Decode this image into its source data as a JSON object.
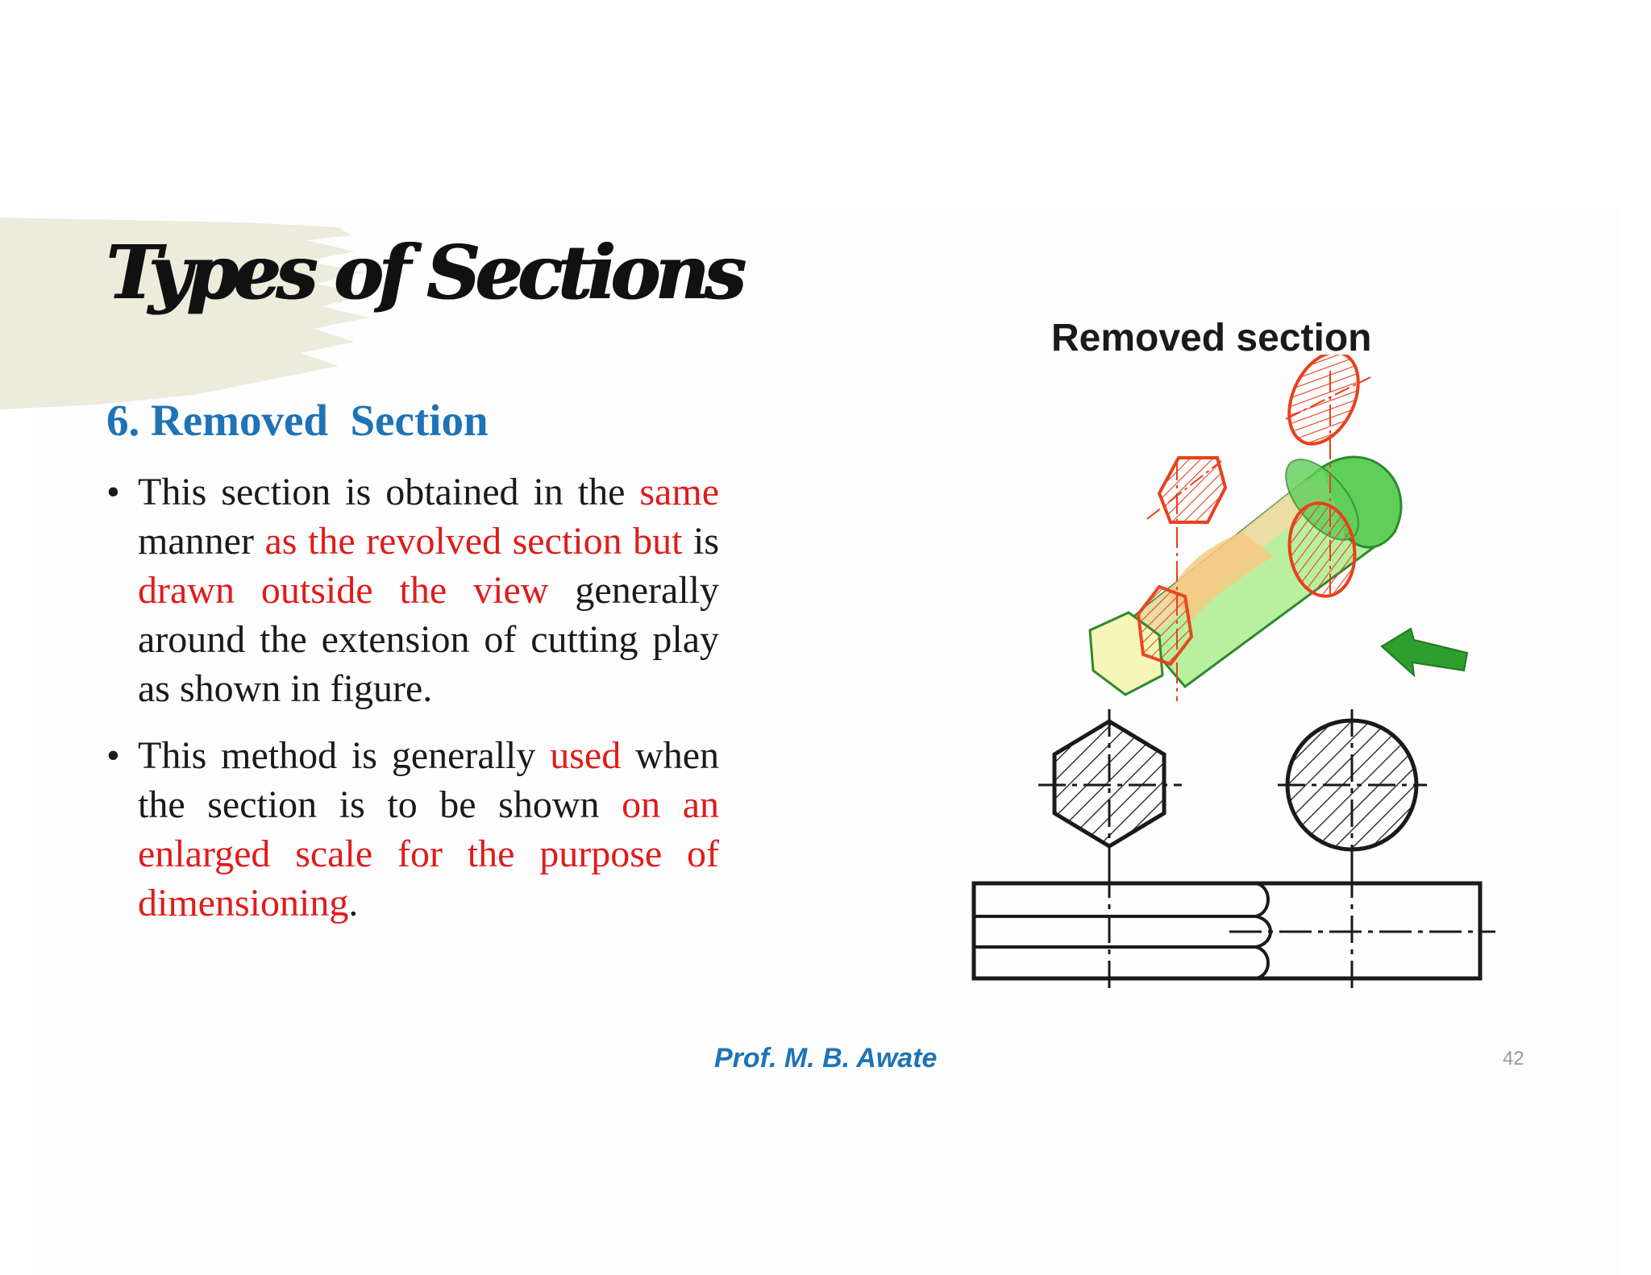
{
  "slide": {
    "title": "Types of Sections",
    "subtitle": "6. Removed  Section",
    "bullets": [
      {
        "segments": [
          {
            "text": "This section is obtained in the ",
            "red": false
          },
          {
            "text": "same",
            "red": true
          },
          {
            "text": " manner ",
            "red": false
          },
          {
            "text": "as the revolved section but",
            "red": true
          },
          {
            "text": " is ",
            "red": false
          },
          {
            "text": "drawn outside the view",
            "red": true
          },
          {
            "text": " generally around the extension of cutting play as shown in figure.",
            "red": false
          }
        ]
      },
      {
        "segments": [
          {
            "text": "This method is generally ",
            "red": false
          },
          {
            "text": "used",
            "red": true
          },
          {
            "text": " when the section is to be shown ",
            "red": false
          },
          {
            "text": "on an enlarged scale for the purpose of dimensioning",
            "red": true
          },
          {
            "text": ".",
            "red": false
          }
        ]
      }
    ],
    "figure_title": "Removed section",
    "author": "Prof. M. B. Awate",
    "page_number": "42"
  },
  "colors": {
    "title": "#111111",
    "subtitle": "#1f73b7",
    "highlight_text": "#e11b1b",
    "brush_background": "#ecebdc",
    "section_red": "#e8401c",
    "shaft_green": "#5fcf5a",
    "arrow_green": "#2e9e2e"
  }
}
